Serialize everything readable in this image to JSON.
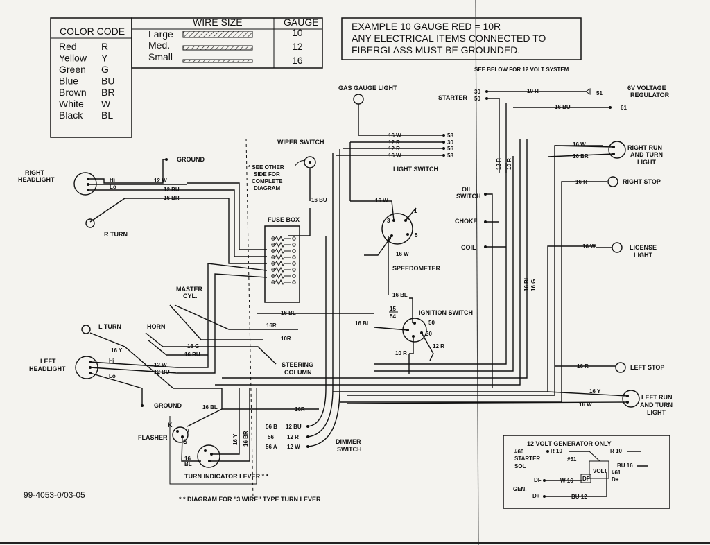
{
  "color_code": {
    "title": "COLOR CODE",
    "rows": [
      {
        "name": "Red",
        "code": "R"
      },
      {
        "name": "Yellow",
        "code": "Y"
      },
      {
        "name": "Green",
        "code": "G"
      },
      {
        "name": "Blue",
        "code": "BU"
      },
      {
        "name": "Brown",
        "code": "BR"
      },
      {
        "name": "White",
        "code": "W"
      },
      {
        "name": "Black",
        "code": "BL"
      }
    ]
  },
  "wire_size": {
    "header_size": "WIRE SIZE",
    "header_gauge": "GAUGE",
    "rows": [
      {
        "label": "Large",
        "gauge": "10"
      },
      {
        "label": "Med.",
        "gauge": "12"
      },
      {
        "label": "Small",
        "gauge": "16"
      }
    ]
  },
  "example": {
    "line1": "EXAMPLE 10 GAUGE RED = 10R",
    "line2": "ANY ELECTRICAL ITEMS CONNECTED TO",
    "line3": "FIBERGLASS MUST BE GROUNDED.",
    "note": "SEE BELOW FOR 12 VOLT SYSTEM"
  },
  "components": {
    "right_headlight": "RIGHT\nHEADLIGHT",
    "left_headlight": "LEFT\nHEADLIGHT",
    "ground_top": "GROUND",
    "ground_bottom": "GROUND",
    "r_turn": "R TURN",
    "l_turn": "L TURN",
    "horn": "HORN",
    "master_cyl": "MASTER\nCYL.",
    "wiper_switch": "WIPER SWITCH",
    "see_other_side": "* SEE OTHER\nSIDE FOR\nCOMPLETE\nDIAGRAM",
    "fuse_box": "FUSE BOX",
    "gas_gauge_light": "GAS GAUGE LIGHT",
    "light_switch": "LIGHT SWITCH",
    "speedometer": "SPEEDOMETER",
    "ignition_switch": "IGNITION SWITCH",
    "starter": "STARTER",
    "regulator": "6V VOLTAGE\nREGULATOR",
    "oil_switch": "OIL\nSWITCH",
    "choke": "CHOKE",
    "coil": "COIL",
    "right_run": "RIGHT RUN\nAND TURN\nLIGHT",
    "right_stop": "RIGHT STOP",
    "license_light": "LICENSE\nLIGHT",
    "left_stop": "LEFT STOP",
    "left_run": "LEFT RUN\nAND TURN\nLIGHT",
    "steering_column": "STEERING\nCOLUMN",
    "dimmer_switch": "DIMMER\nSWITCH",
    "flasher": "FLASHER",
    "turn_lever": "TURN INDICATOR LEVER * *",
    "diagram_note": "* * DIAGRAM FOR \"3 WIRE\" TYPE TURN LEVER",
    "part_number": "99-4053-0/03-05"
  },
  "generator_box": {
    "title": "12 VOLT GENERATOR ONLY",
    "starter_sol": "#60\nSTARTER\nSOL",
    "gen": "GEN.",
    "volt": "VOLT"
  }
}
